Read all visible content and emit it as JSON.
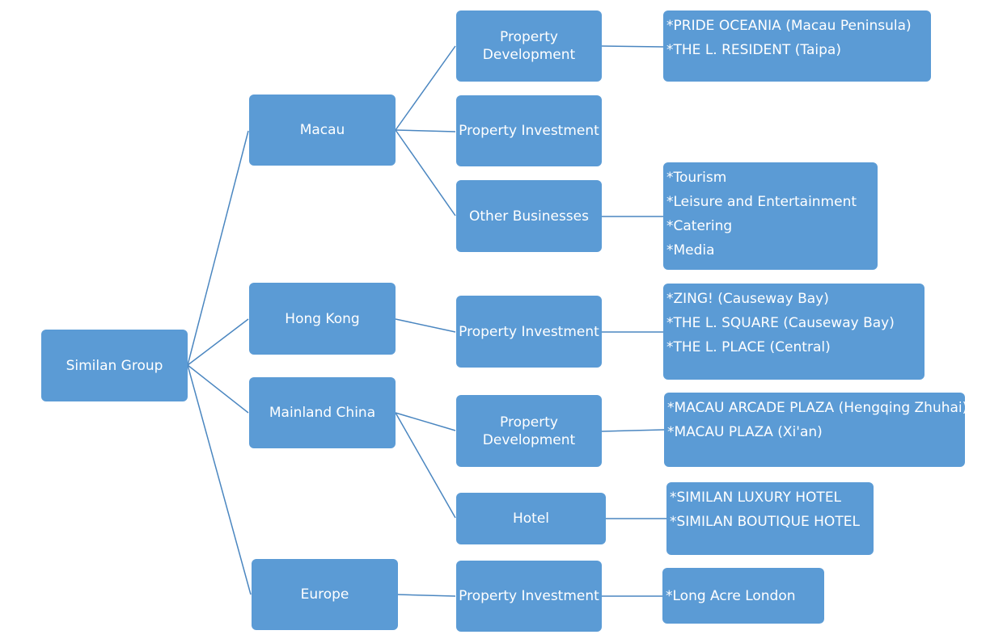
{
  "root": {
    "label": "Similan Group"
  },
  "regions": {
    "macau": "Macau",
    "hongkong": "Hong Kong",
    "mainland": "Mainland China",
    "europe": "Europe"
  },
  "categories": {
    "macau_dev": "Property Development",
    "macau_inv": "Property Investment",
    "macau_other": "Other Businesses",
    "hk_inv": "Property Investment",
    "china_dev": "Property Development",
    "china_hotel": "Hotel",
    "europe_inv": "Property Investment"
  },
  "lists": {
    "macau_dev": [
      "*PRIDE OCEANIA (Macau Peninsula)",
      "*THE L. RESIDENT (Taipa)"
    ],
    "macau_other": [
      "*Tourism",
      "*Leisure and Entertainment",
      "*Catering",
      "*Media"
    ],
    "hk_inv": [
      "*ZING! (Causeway Bay)",
      "*THE L. SQUARE (Causeway Bay)",
      "*THE L. PLACE (Central)"
    ],
    "china_dev": [
      "*MACAU ARCADE PLAZA (Hengqing Zhuhai)",
      "*MACAU PLAZA (Xi'an)"
    ],
    "china_hotel": [
      "*SIMILAN LUXURY HOTEL",
      "*SIMILAN BOUTIQUE HOTEL"
    ],
    "europe_inv": [
      "*Long Acre London"
    ]
  }
}
